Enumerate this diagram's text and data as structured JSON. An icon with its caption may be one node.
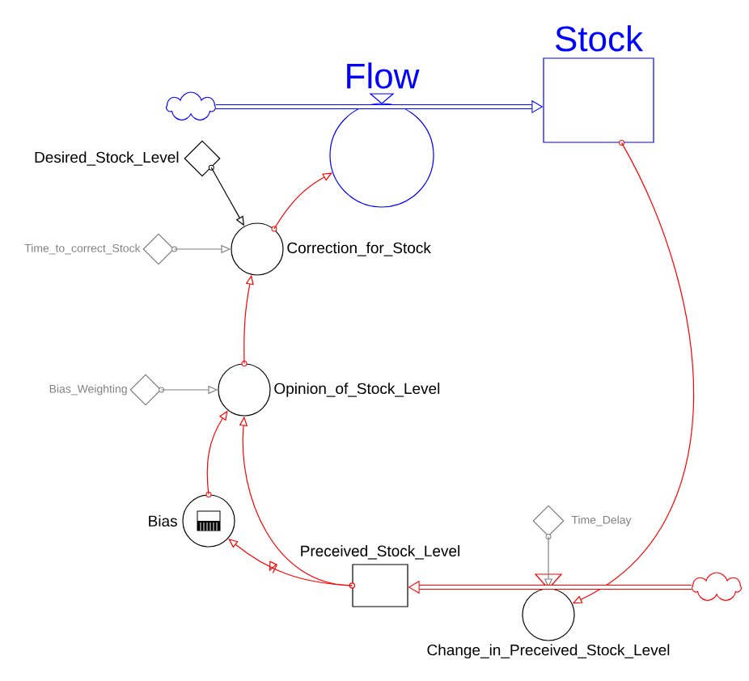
{
  "diagram": {
    "nodes": [
      {
        "text": [],
        "shape": "cloud"
      },
      {
        "text": [
          "Flow"
        ]
      },
      {
        "text": [
          "Stock"
        ]
      },
      {
        "text": [
          "Desired_Stock_Level"
        ]
      },
      {
        "text": [
          "Time_to_correct_Stock"
        ]
      },
      {
        "text": [
          "Correction_for_Stock"
        ]
      },
      {
        "text": [
          "Bias_Weighting"
        ]
      },
      {
        "text": [
          "Opinion_of_Stock_Level"
        ]
      },
      {
        "text": [
          "Bias"
        ]
      },
      {
        "text": [
          "Preceived_Stock_Level"
        ]
      },
      {
        "text": [
          "Time_Delay"
        ]
      },
      {
        "text": [
          "Change_in_Preceived_Stock_Level"
        ]
      },
      {
        "text": [],
        "shape": "cloud"
      }
    ],
    "edges": [
      {
        "from": 0,
        "to": 2,
        "arrow": "to",
        "style": "thick",
        "color": "#0000ff"
      },
      {
        "from": 3,
        "to": 5,
        "arrow": "to",
        "color": "#000000"
      },
      {
        "from": 4,
        "to": 5,
        "arrow": "to",
        "color": "#808080"
      },
      {
        "from": 5,
        "to": 1,
        "arrow": "to"
      },
      {
        "from": 7,
        "to": 5,
        "arrow": "to"
      },
      {
        "from": 6,
        "to": 7,
        "arrow": "to",
        "color": "#808080"
      },
      {
        "from": 8,
        "to": 7,
        "arrow": "to"
      },
      {
        "from": 9,
        "to": 7,
        "arrow": "to"
      },
      {
        "from": 9,
        "to": 8,
        "arrow": "to"
      },
      {
        "from": 2,
        "to": 11,
        "arrow": "to"
      },
      {
        "from": 10,
        "to": 11,
        "arrow": "to",
        "color": "#808080"
      },
      {
        "from": 12,
        "to": 9,
        "arrow": "to",
        "style": "thick"
      }
    ]
  }
}
